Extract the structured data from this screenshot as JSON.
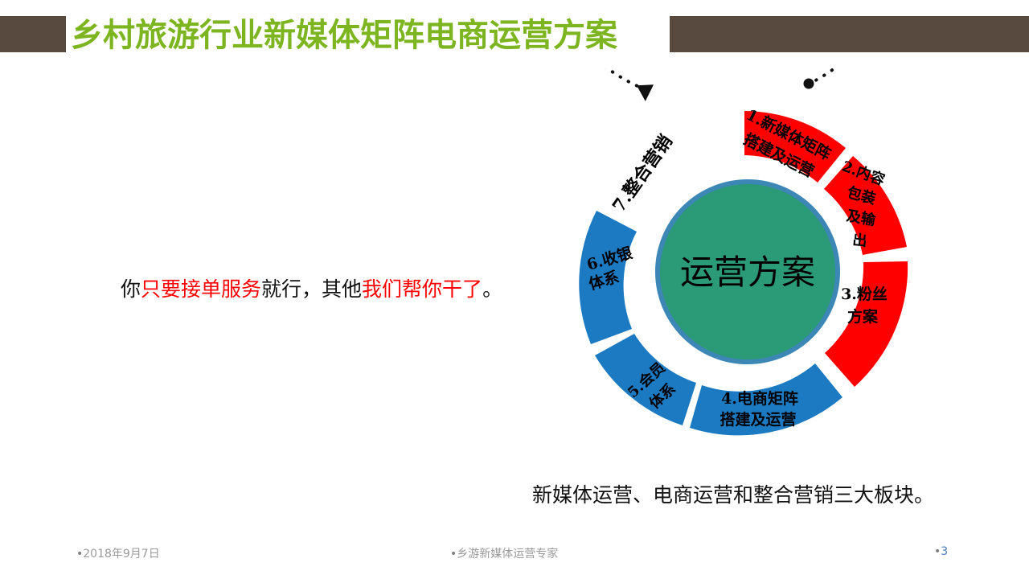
{
  "header": {
    "title": "乡村旅游行业新媒体矩阵电商运营方案",
    "bar_color": "#584A3F",
    "title_color": "#7DB521"
  },
  "left_caption": {
    "part1": "你",
    "part2_red": "只要接单服务",
    "part3": "就行，其他",
    "part4_red": "我们帮你干了",
    "part5": "。"
  },
  "bottom_caption": {
    "text": "新媒体运营、电商运营和整合营销三大板块。"
  },
  "diagram": {
    "center_label": "运营方案",
    "center_fill": "#2B9B77",
    "center_stroke": "#3C87B5",
    "red": "#FF0000",
    "blue": "#1B7AC1",
    "arc_label": "7.整合营销",
    "segments": [
      {
        "id": "1",
        "lines": [
          "1.新媒体矩阵",
          "搭建及运营"
        ],
        "color": "#FF0000"
      },
      {
        "id": "2",
        "lines": [
          "2.内容",
          "包装",
          "及输",
          "出"
        ],
        "color": "#FF0000"
      },
      {
        "id": "3",
        "lines": [
          "3.粉丝",
          "方案"
        ],
        "color": "#FF0000"
      },
      {
        "id": "4",
        "lines": [
          "4.电商矩阵",
          "搭建及运营"
        ],
        "color": "#1B7AC1"
      },
      {
        "id": "5",
        "lines": [
          "5.会员",
          "体系"
        ],
        "color": "#1B7AC1"
      },
      {
        "id": "6",
        "lines": [
          "6.收银",
          "体系"
        ],
        "color": "#1B7AC1"
      }
    ]
  },
  "footer": {
    "bullet": "•",
    "date": "2018年9月7日",
    "center": "乡游新媒体运营专家",
    "page": "3"
  }
}
